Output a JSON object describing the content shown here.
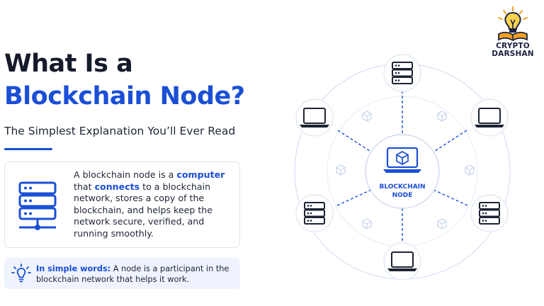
{
  "brand": {
    "line1": "CRYPTO",
    "line2": "DARSHAN",
    "logo_icon": "lightbulb-book-icon"
  },
  "title": {
    "line1": "What Is a",
    "line2": "Blockchain Node?"
  },
  "subtitle": "The Simplest Explanation You’ll Ever Read",
  "definition": {
    "icon": "server-network-icon",
    "segments": [
      {
        "text": "A blockchain node is a ",
        "highlight": false
      },
      {
        "text": "computer",
        "highlight": true
      },
      {
        "text": " that ",
        "highlight": false
      },
      {
        "text": "connects",
        "highlight": true
      },
      {
        "text": " to a blockchain network, stores a copy of the blockchain, and helps keep the network secure, verified, and running smoothly.",
        "highlight": false
      }
    ]
  },
  "tip": {
    "icon": "lightbulb-icon",
    "label": "In simple words:",
    "text": " A node is a participant in the blockchain network that helps it work."
  },
  "diagram": {
    "center": {
      "line1": "BLOCKCHAIN",
      "line2": "NODE",
      "icon": "laptop-cube-icon"
    },
    "peers": [
      {
        "name": "top",
        "icon": "server-icon"
      },
      {
        "name": "upper-right",
        "icon": "laptop-icon"
      },
      {
        "name": "lower-right",
        "icon": "server-icon"
      },
      {
        "name": "bottom",
        "icon": "laptop-icon"
      },
      {
        "name": "lower-left",
        "icon": "server-icon"
      },
      {
        "name": "upper-left",
        "icon": "laptop-icon"
      }
    ],
    "colors": {
      "accent": "#1a4fd6",
      "dark": "#1b2333",
      "ring": "#d6e1f5",
      "cube": "#c9d6ee"
    }
  }
}
